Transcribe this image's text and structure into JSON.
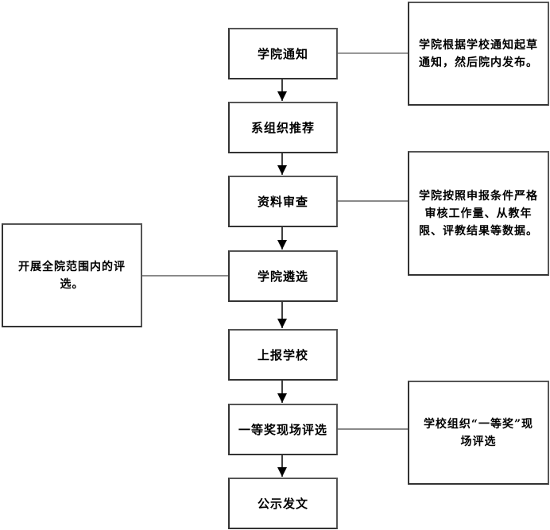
{
  "diagram": {
    "steps": [
      {
        "label": "学院通知"
      },
      {
        "label": "系组织推荐"
      },
      {
        "label": "资料审查"
      },
      {
        "label": "学院遴选"
      },
      {
        "label": "上报学校"
      },
      {
        "label": "一等奖现场评选"
      },
      {
        "label": "公示发文"
      }
    ],
    "notes": {
      "notify": "学院根据学校通知起草通知，然后院内发布。",
      "review": "学院按照申报条件严格审核工作量、从教年限、评教结果等数据。",
      "select": "开展全院范围内的评选。",
      "onsite": "学校组织“一等奖”现场评选"
    },
    "colors": {
      "line": "#000000",
      "border": "#555555"
    }
  }
}
